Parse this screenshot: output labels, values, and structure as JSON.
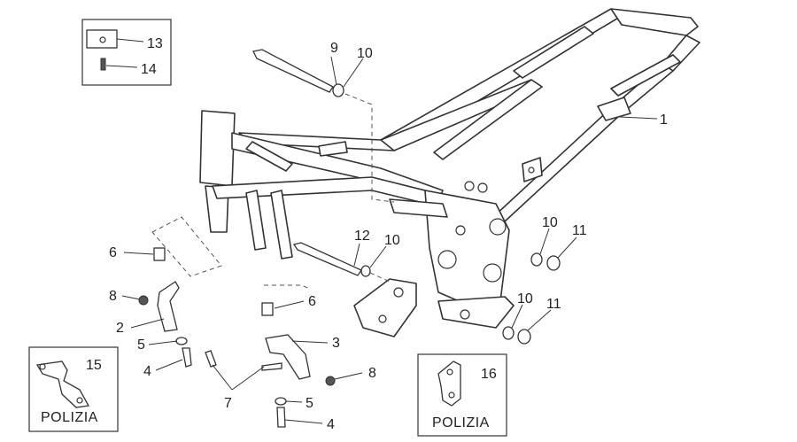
{
  "callouts": [
    {
      "id": "c1",
      "label": "1"
    },
    {
      "id": "c2",
      "label": "2"
    },
    {
      "id": "c3",
      "label": "3"
    },
    {
      "id": "c4a",
      "label": "4"
    },
    {
      "id": "c4b",
      "label": "4"
    },
    {
      "id": "c5a",
      "label": "5"
    },
    {
      "id": "c5b",
      "label": "5"
    },
    {
      "id": "c6a",
      "label": "6"
    },
    {
      "id": "c6b",
      "label": "6"
    },
    {
      "id": "c7",
      "label": "7"
    },
    {
      "id": "c8a",
      "label": "8"
    },
    {
      "id": "c8b",
      "label": "8"
    },
    {
      "id": "c9",
      "label": "9"
    },
    {
      "id": "c10a",
      "label": "10"
    },
    {
      "id": "c10b",
      "label": "10"
    },
    {
      "id": "c10c",
      "label": "10"
    },
    {
      "id": "c10d",
      "label": "10"
    },
    {
      "id": "c11a",
      "label": "11"
    },
    {
      "id": "c11b",
      "label": "11"
    },
    {
      "id": "c12",
      "label": "12"
    },
    {
      "id": "c13",
      "label": "13"
    },
    {
      "id": "c14",
      "label": "14"
    },
    {
      "id": "c15",
      "label": "15"
    },
    {
      "id": "c16",
      "label": "16"
    }
  ],
  "insets": {
    "left_caption": "POLIZIA",
    "right_caption": "POLIZIA"
  }
}
